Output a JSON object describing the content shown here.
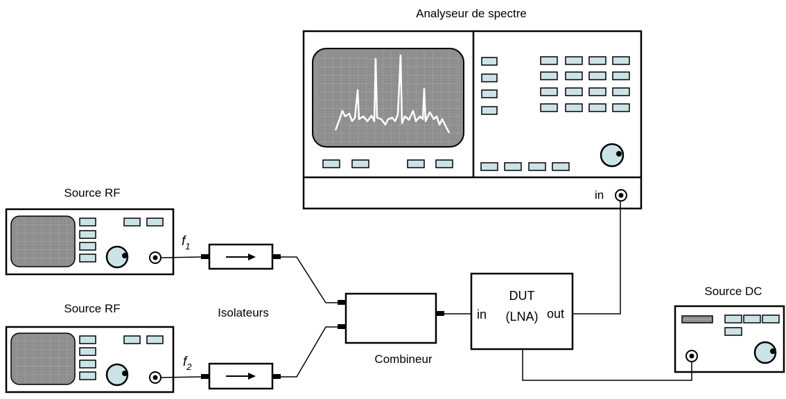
{
  "labels": {
    "analyzer": "Analyseur de spectre",
    "analyzer_in": "in",
    "source_rf_1": "Source RF",
    "source_rf_2": "Source RF",
    "freq_1_base": "f",
    "freq_1_sub": "1",
    "freq_2_base": "f",
    "freq_2_sub": "2",
    "isolators": "Isolateurs",
    "combiner": "Combineur",
    "dut_title": "DUT",
    "dut_sub": "(LNA)",
    "dut_in": "in",
    "dut_out": "out",
    "source_dc": "Source DC"
  },
  "colors": {
    "button_fill": "#cbe3e6",
    "screen_fill": "#8f8f8f",
    "screen_grid": "#cfcfcf",
    "stroke": "#000000",
    "trace": "#ffffff"
  },
  "icons": {
    "isolator_arrow": "right-arrow-icon",
    "rf_output": "coax-connector-icon",
    "knob": "rotary-knob-icon"
  }
}
